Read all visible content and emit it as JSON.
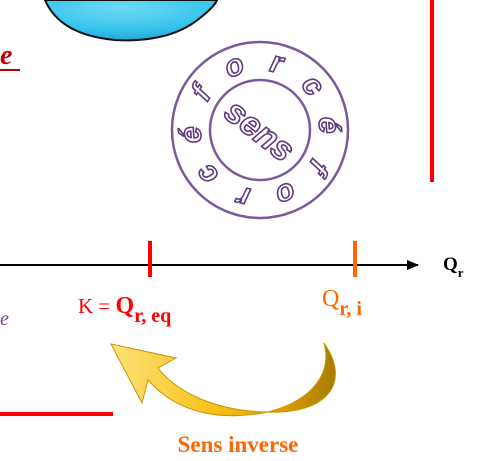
{
  "fragments": {
    "top_left_letter": "e",
    "left_letter": "e"
  },
  "badge": {
    "ring_letters": [
      "f",
      "o",
      "r",
      "c",
      "é",
      "f",
      "o",
      "r",
      "c",
      "é"
    ],
    "center_word": "sens"
  },
  "axis": {
    "label_main": "Q",
    "label_sub": "r"
  },
  "markers": {
    "k_prefix": "K = ",
    "eq_main": "Q",
    "eq_sub": "r, eq",
    "i_main": "Q",
    "i_sub": "r, i"
  },
  "caption": "Sens inverse",
  "colors": {
    "red": "#ff0000",
    "orange": "#ff6600",
    "ring_purple": "#7a5a9c",
    "ring_text_fill": "#ffffff",
    "ring_text_stroke": "#5e3a7e",
    "sphere_blue": "#36c4ec",
    "arrow_yellow": "#f7c21a",
    "arrow_olive": "#a67c00",
    "fragment_purple": "#7f3fa8",
    "fragment_red": "#c00000"
  }
}
